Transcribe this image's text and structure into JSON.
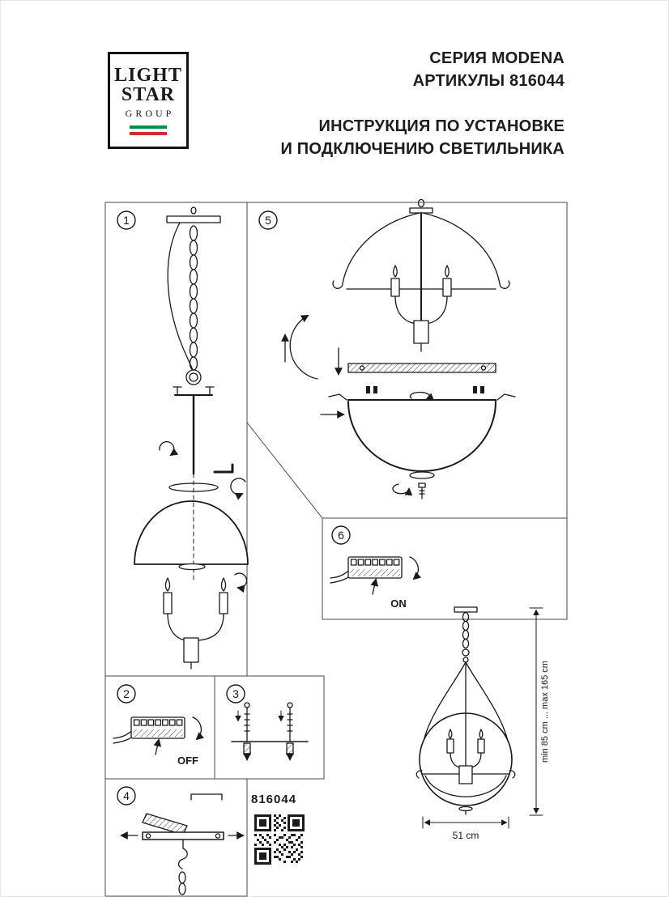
{
  "document": {
    "series": "СЕРИЯ MODENA",
    "articles": "АРТИКУЛЫ 816044",
    "title_line1": "ИНСТРУКЦИЯ ПО УСТАНОВКЕ",
    "title_line2": "И ПОДКЛЮЧЕНИЮ СВЕТИЛЬНИКА"
  },
  "logo": {
    "word1": "LIGHT",
    "word2": "STAR",
    "word3": "GROUP",
    "flag_colors": {
      "green": "#009246",
      "white": "#ffffff",
      "red": "#ce2b37"
    }
  },
  "steps": {
    "s1": "1",
    "s2": "2",
    "s3": "3",
    "s4": "4",
    "s5": "5",
    "s6": "6"
  },
  "wiring": {
    "on": "ON",
    "off": "OFF"
  },
  "product": {
    "article_number": "816044",
    "height_range": "min 85 cm ... max 165 cm",
    "width": "51 cm"
  },
  "colors": {
    "line": "#1a1a1a",
    "panel_border": "#4a4a4a"
  },
  "icons": {
    "qr": "qr-code",
    "step_badge": "numbered-circle",
    "rotate": "curved-arrow",
    "direction": "straight-arrow",
    "flag": "italian-flag"
  }
}
